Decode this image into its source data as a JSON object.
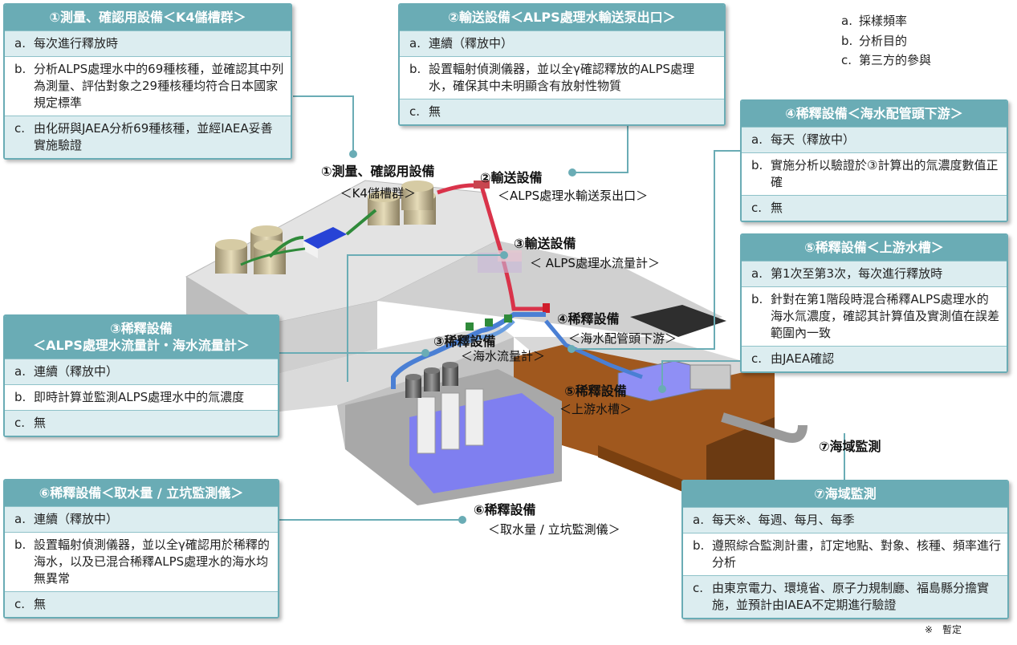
{
  "legend": {
    "a": "採樣頻率",
    "b": "分析目的",
    "c": "第三方的參與"
  },
  "note": "※　暫定",
  "boxes": {
    "b1": {
      "title": "①測量、確認用設備＜K4儲槽群＞",
      "a": "每次進行釋放時",
      "b": "分析ALPS處理水中的69種核種，並確認其中列為測量、評估對象之29種核種均符合日本國家規定標準",
      "c": "由化研與JAEA分析69種核種，並經IAEA妥善實施驗證"
    },
    "b2": {
      "title": "②輸送設備＜ALPS處理水輸送泵出口＞",
      "a": "連續（釋放中）",
      "b": "設置輻射偵測儀器，並以全γ確認釋放的ALPS處理水，確保其中未明顯含有放射性物質",
      "c": "無"
    },
    "b3": {
      "title": "③稀釋設備",
      "title2": "＜ALPS處理水流量計・海水流量計＞",
      "a": "連續（釋放中）",
      "b": "即時計算並監測ALPS處理水中的氚濃度",
      "c": "無"
    },
    "b4": {
      "title": "④稀釋設備＜海水配管頭下游＞",
      "a": "每天（釋放中）",
      "b": "實施分析以驗證於③計算出的氚濃度數值正確",
      "c": "無"
    },
    "b5": {
      "title": "⑤稀釋設備＜上游水槽＞",
      "a": "第1次至第3次，每次進行釋放時",
      "b": "針對在第1階段時混合稀釋ALPS處理水的海水氚濃度，確認其計算值及實測值在誤差範圍內一致",
      "c": "由JAEA確認"
    },
    "b6": {
      "title": "⑥稀釋設備＜取水量 / 立坑監測儀＞",
      "a": "連續（釋放中）",
      "b": "設置輻射偵測儀器，並以全γ確認用於稀釋的海水，以及已混合稀釋ALPS處理水的海水均無異常",
      "c": "無"
    },
    "b7": {
      "title": "⑦海域監測",
      "a": "每天※、每週、每月、每季",
      "b": "遵照綜合監測計畫，訂定地點、對象、核種、頻率進行分析",
      "c": "由東京電力、環境省、原子力規制廳、福島縣分擔實施，並預計由IAEA不定期進行驗證"
    }
  },
  "labels": {
    "l1": {
      "main": "①測量、確認用設備",
      "sub": "＜K4儲槽群＞"
    },
    "l2": {
      "main": "②輸送設備",
      "sub": "＜ALPS處理水輸送泵出口＞"
    },
    "l3a": {
      "main": "③輸送設備",
      "sub": "＜ ALPS處理水流量計＞"
    },
    "l3b": {
      "main": "③稀釋設備",
      "sub": "＜海水流量計＞"
    },
    "l4": {
      "main": "④稀釋設備",
      "sub": "＜海水配管頭下游＞"
    },
    "l5": {
      "main": "⑤稀釋設備",
      "sub": "＜上游水槽＞"
    },
    "l6": {
      "main": "⑥稀釋設備",
      "sub": "＜取水量 / 立坑監測儀＞"
    },
    "l7": {
      "main": "⑦海域監測"
    }
  },
  "colors": {
    "accent": "#6aacb5",
    "row_alt": "#dcedf0",
    "concrete": "#d7d7d7",
    "water": "#7f7ff0",
    "earth": "#a0581e",
    "pipe_red": "#d9334a",
    "pipe_blue": "#4a7fd4"
  }
}
